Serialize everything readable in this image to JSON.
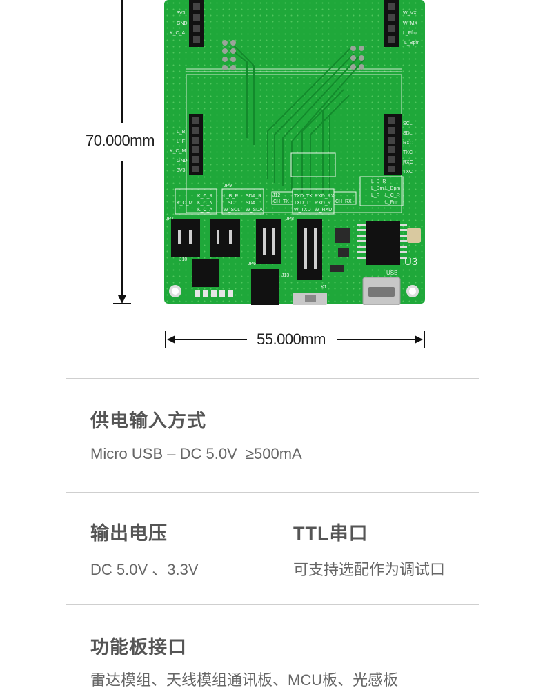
{
  "dimensions": {
    "height": "70.000mm",
    "width": "55.000mm"
  },
  "board": {
    "labels": [
      "U3",
      "JP7",
      "JP8",
      "JP9",
      "JP6",
      "J12",
      "J13",
      "J10",
      "USB",
      "K1"
    ]
  },
  "specs": {
    "power_input": {
      "title": "供电输入方式",
      "value": "Micro USB – DC 5.0V  ≥500mA"
    },
    "output_voltage": {
      "title": "输出电压",
      "value": "DC 5.0V 、3.3V"
    },
    "ttl_serial": {
      "title": "TTL串口",
      "value": "可支持选配作为调试口"
    },
    "function_board": {
      "title": "功能板接口",
      "value": "雷达模组、天线模组通讯板、MCU板、光感板"
    }
  }
}
